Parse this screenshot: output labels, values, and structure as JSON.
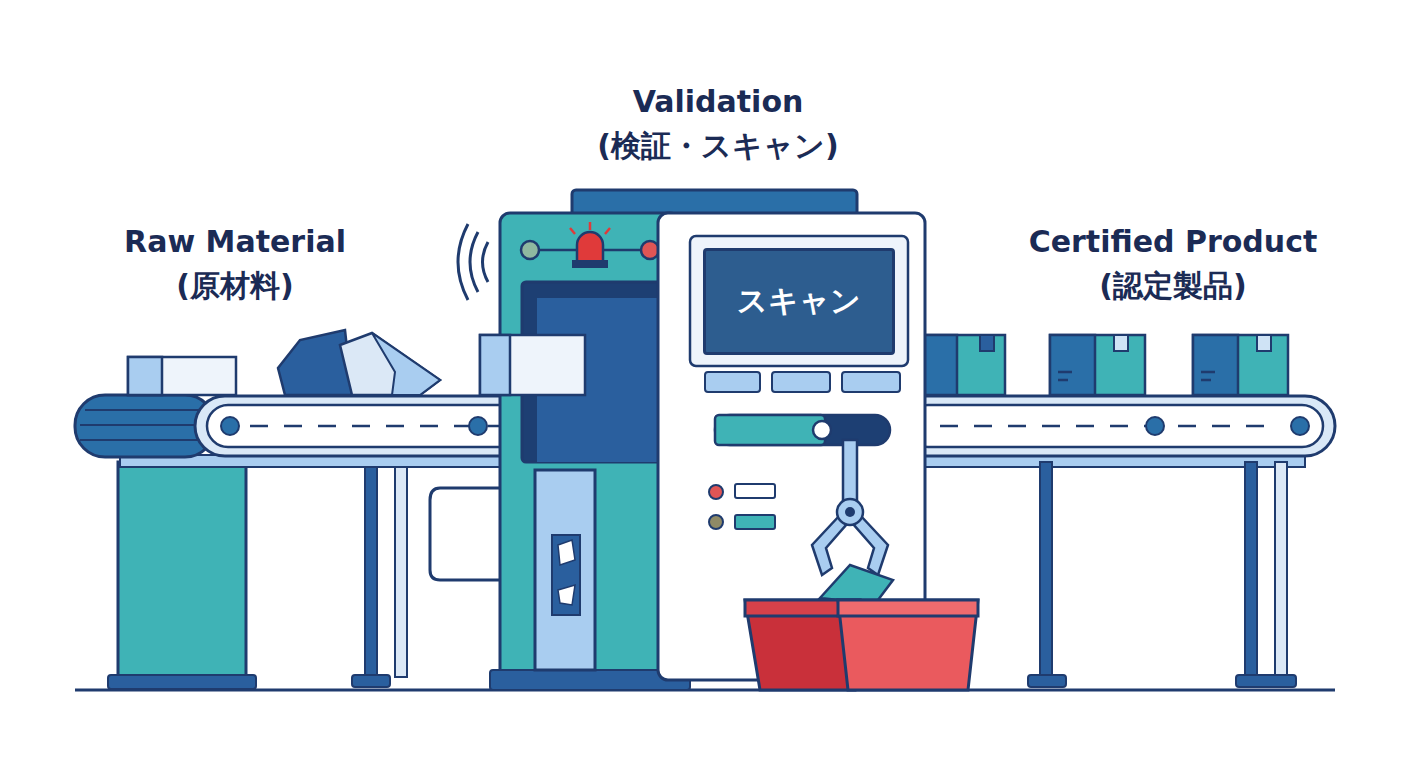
{
  "diagram": {
    "nodes": [
      {
        "text": [
          "スキャン"
        ]
      }
    ],
    "labels": [
      "Validation",
      "(検証・スキャン)",
      "Raw Material",
      "(原材料)",
      "Certified Product",
      "(認定製品)"
    ]
  }
}
